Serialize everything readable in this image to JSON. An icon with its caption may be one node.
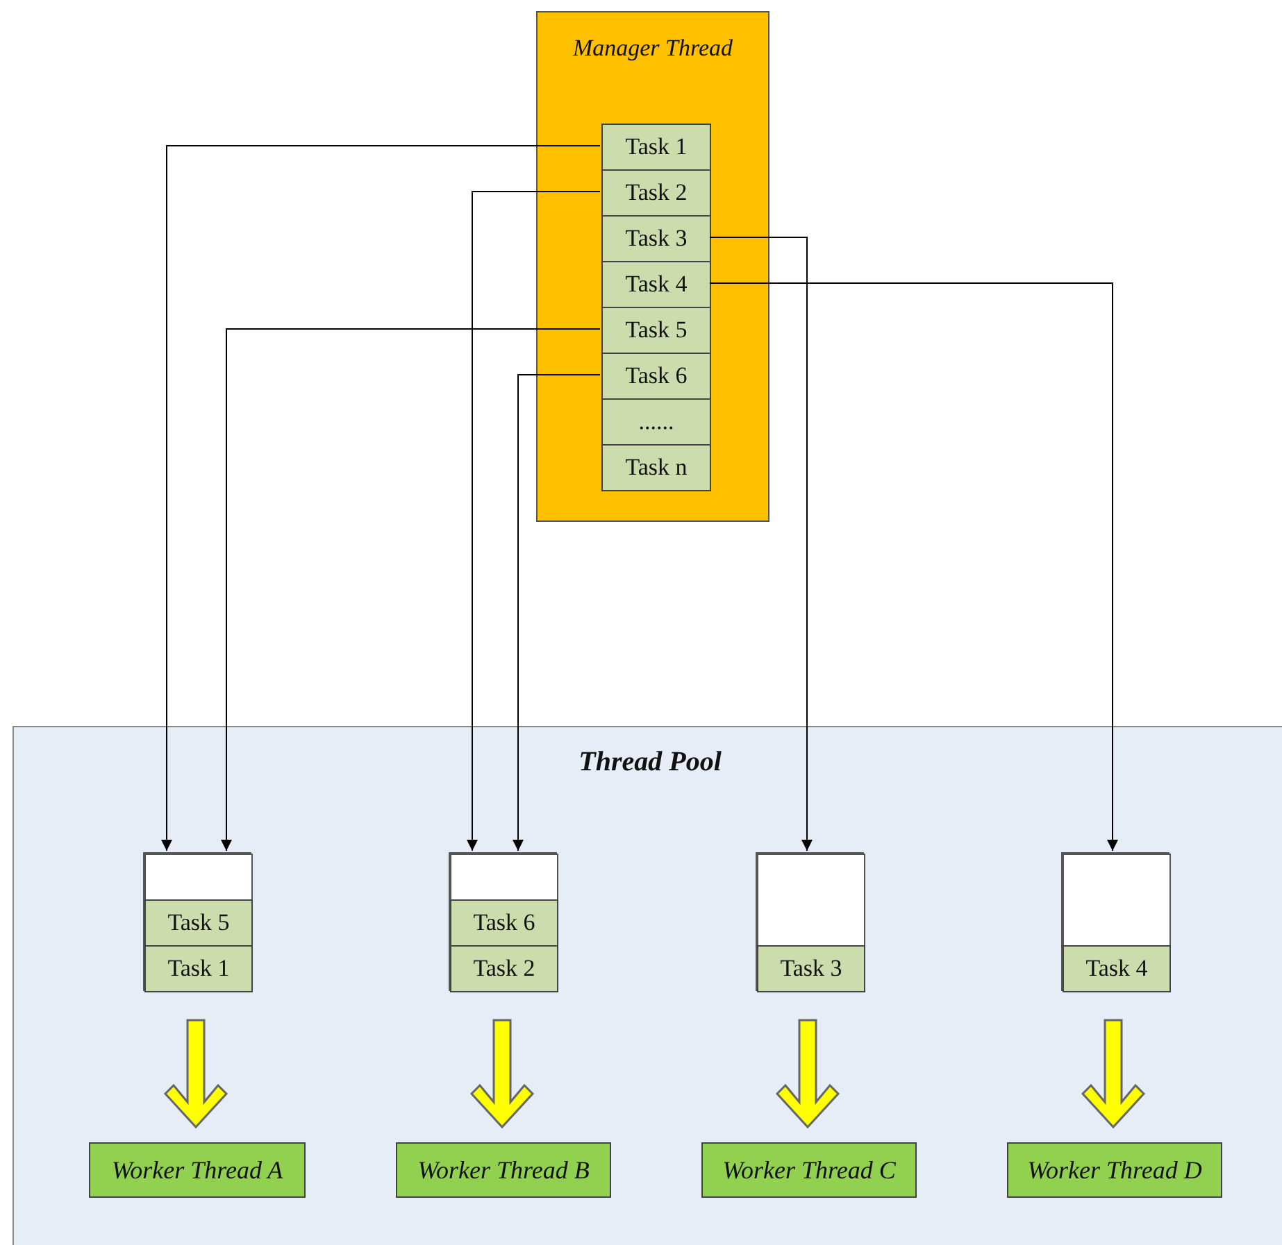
{
  "diagram": {
    "nodes": [
      {
        "text": [
          "Manager Thread"
        ]
      },
      {
        "text": [
          "Task 1"
        ],
        "in": 0
      },
      {
        "text": [
          "Task 2"
        ],
        "in": 0
      },
      {
        "text": [
          "Task 3"
        ],
        "in": 0
      },
      {
        "text": [
          "Task 4"
        ],
        "in": 0
      },
      {
        "text": [
          "Task 5"
        ],
        "in": 0
      },
      {
        "text": [
          "Task 6"
        ],
        "in": 0
      },
      {
        "text": [
          "......"
        ],
        "in": 0
      },
      {
        "text": [
          "Task n"
        ],
        "in": 0
      },
      {
        "text": [
          "Thread Pool"
        ]
      },
      {
        "text": [],
        "shape": "box",
        "in": 9
      },
      {
        "text": [],
        "shape": "box",
        "in": 10
      },
      {
        "text": [
          "Task 5"
        ],
        "in": 10
      },
      {
        "text": [
          "Task 1"
        ],
        "in": 10
      },
      {
        "text": [],
        "shape": "box",
        "in": 9
      },
      {
        "text": [],
        "shape": "box",
        "in": 14
      },
      {
        "text": [
          "Task 6"
        ],
        "in": 14
      },
      {
        "text": [
          "Task 2"
        ],
        "in": 14
      },
      {
        "text": [],
        "shape": "box",
        "in": 9
      },
      {
        "text": [],
        "shape": "box",
        "in": 18
      },
      {
        "text": [
          "Task 3"
        ],
        "in": 18
      },
      {
        "text": [],
        "shape": "box",
        "in": 9
      },
      {
        "text": [],
        "shape": "box",
        "in": 21
      },
      {
        "text": [
          "Task 4"
        ],
        "in": 21
      },
      {
        "text": [
          "Worker Thread A"
        ],
        "in": 9
      },
      {
        "text": [
          "Worker Thread B"
        ],
        "in": 9
      },
      {
        "text": [
          "Worker Thread C"
        ],
        "in": 9
      },
      {
        "text": [
          "Worker Thread D"
        ],
        "in": 9
      }
    ],
    "edges": [
      {
        "from": 1,
        "to": 10,
        "arrow": "to"
      },
      {
        "from": 5,
        "to": 10,
        "arrow": "to"
      },
      {
        "from": 2,
        "to": 14,
        "arrow": "to"
      },
      {
        "from": 6,
        "to": 14,
        "arrow": "to"
      },
      {
        "from": 3,
        "to": 18,
        "arrow": "to"
      },
      {
        "from": 4,
        "to": 21,
        "arrow": "to"
      },
      {
        "from": 10,
        "to": 24,
        "arrow": "to",
        "style": "thick",
        "color": "#ffff00"
      },
      {
        "from": 14,
        "to": 25,
        "arrow": "to",
        "style": "thick",
        "color": "#ffff00"
      },
      {
        "from": 18,
        "to": 26,
        "arrow": "to",
        "style": "thick",
        "color": "#ffff00"
      },
      {
        "from": 21,
        "to": 27,
        "arrow": "to",
        "style": "thick",
        "color": "#ffff00"
      }
    ]
  }
}
